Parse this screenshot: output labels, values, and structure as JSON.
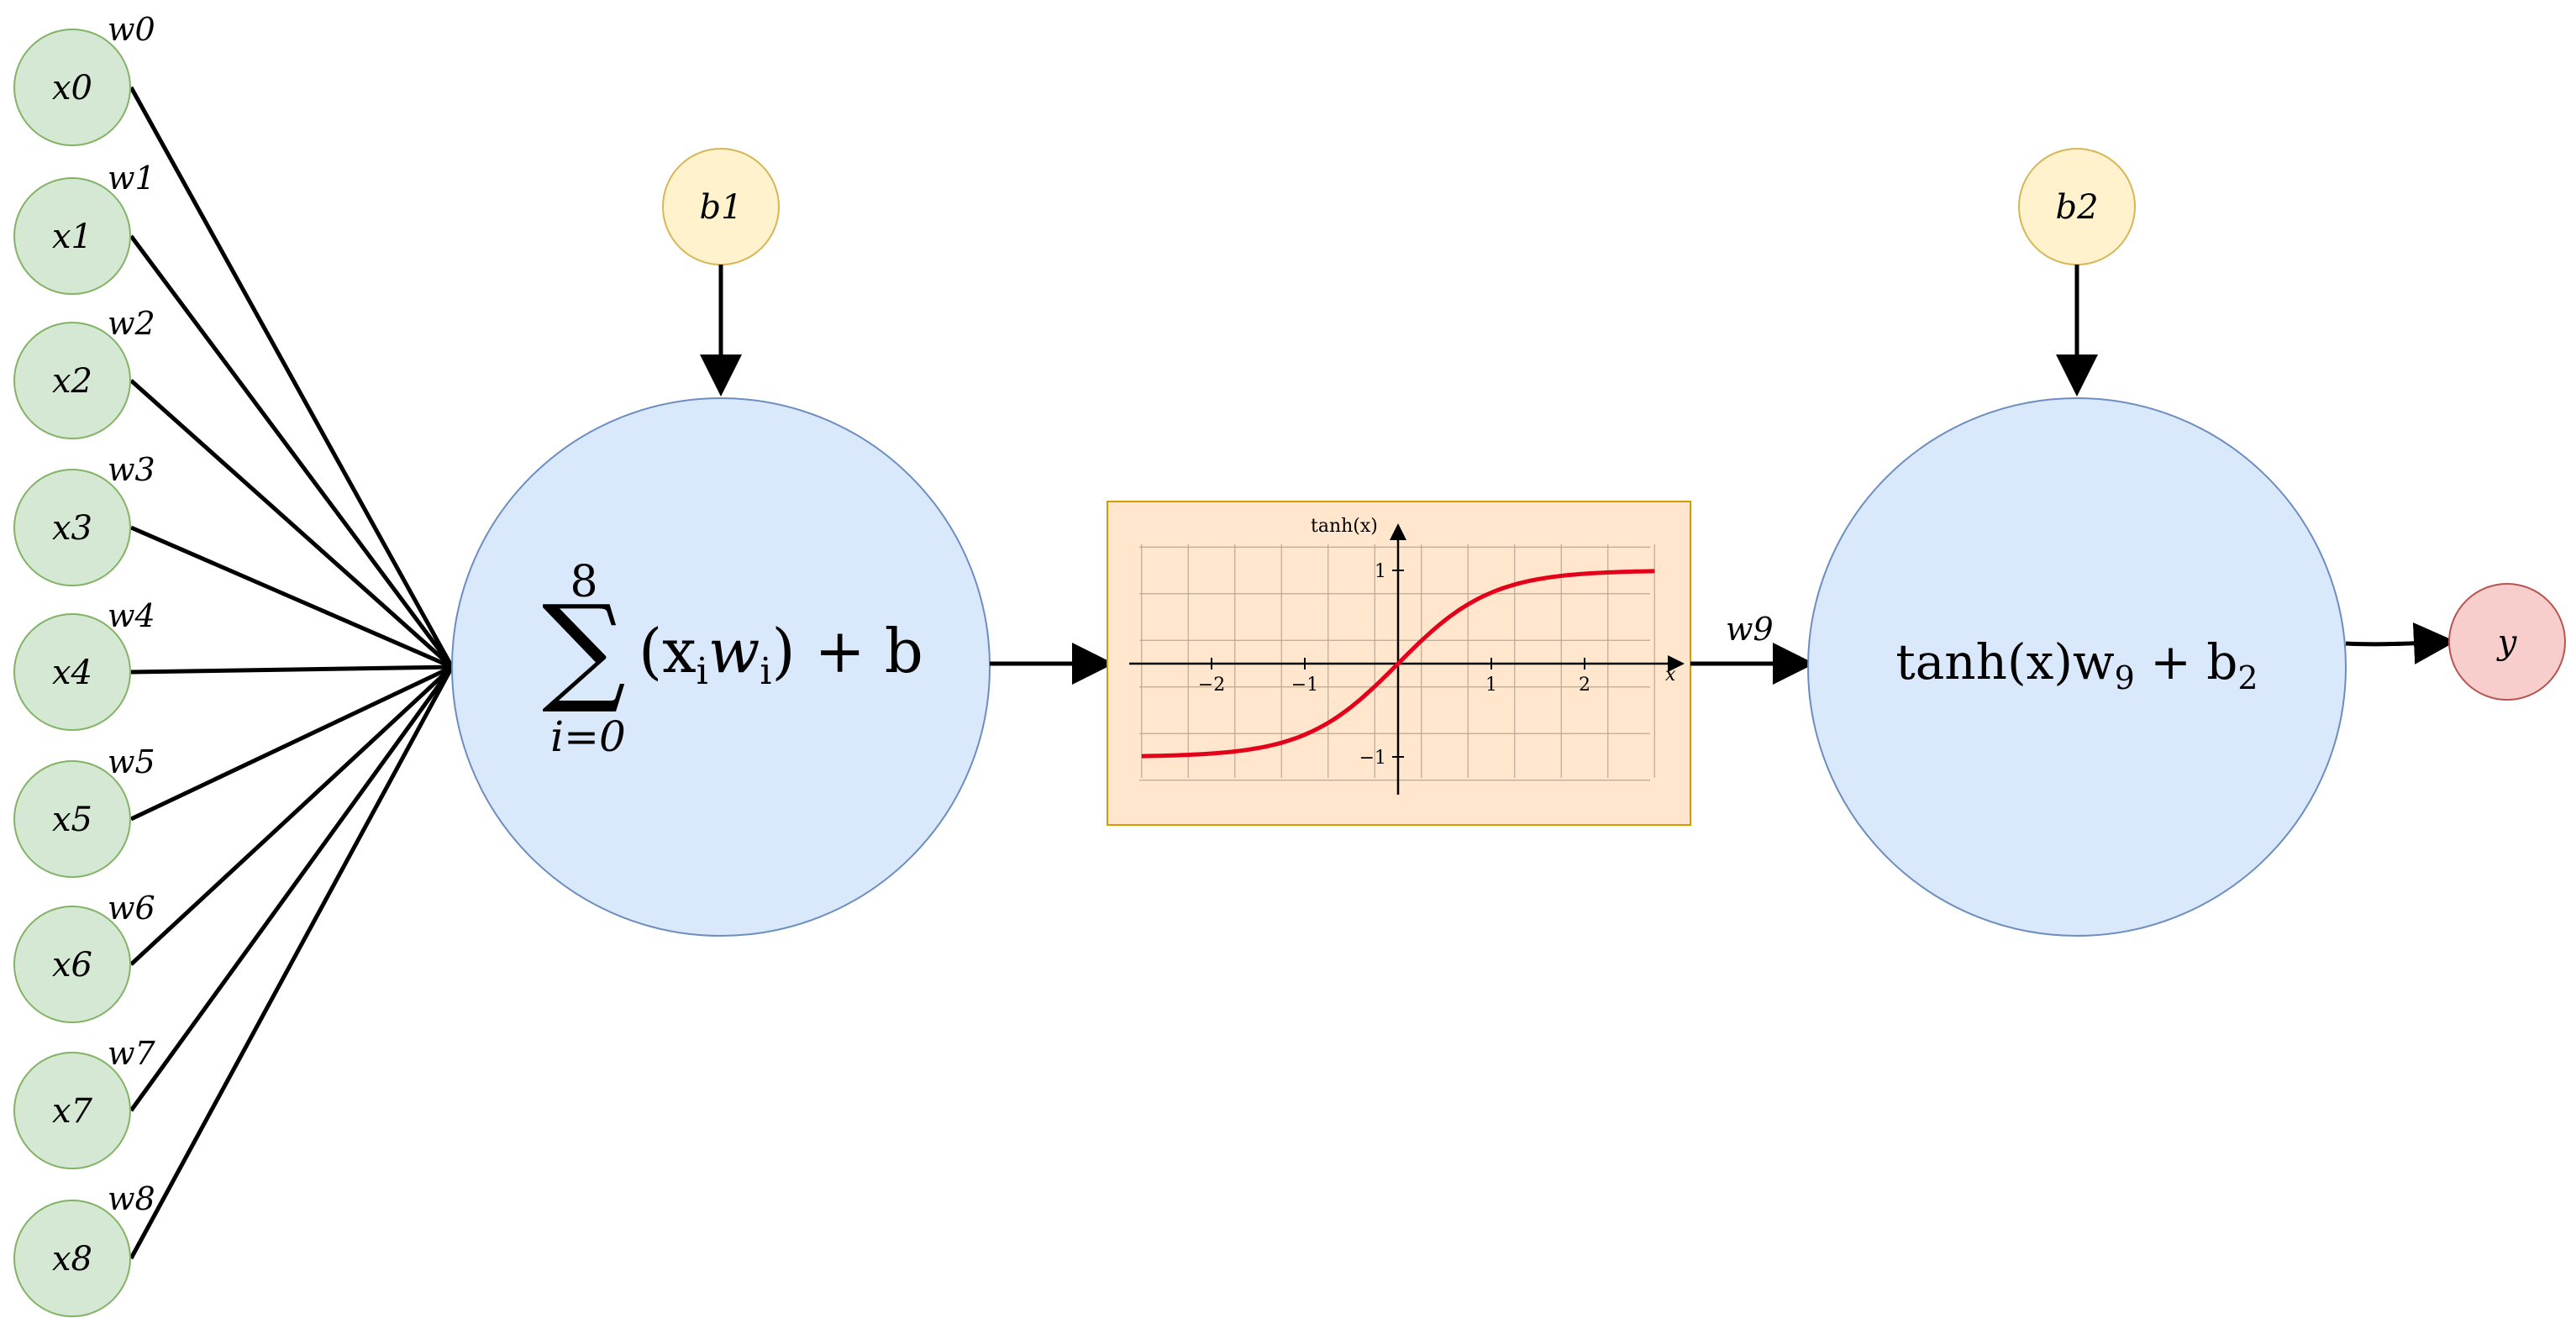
{
  "inputs": [
    {
      "label": "x0",
      "weight": "w0"
    },
    {
      "label": "x1",
      "weight": "w1"
    },
    {
      "label": "x2",
      "weight": "w2"
    },
    {
      "label": "x3",
      "weight": "w3"
    },
    {
      "label": "x4",
      "weight": "w4"
    },
    {
      "label": "x5",
      "weight": "w5"
    },
    {
      "label": "x6",
      "weight": "w6"
    },
    {
      "label": "x7",
      "weight": "w7"
    },
    {
      "label": "x8",
      "weight": "w8"
    }
  ],
  "bias1": {
    "label": "b1"
  },
  "bias2": {
    "label": "b2"
  },
  "output": {
    "label": "y"
  },
  "hidden": {
    "sigma": "∑",
    "upper": "8",
    "lower": "i=0",
    "expression_main": "(x",
    "expression_i1": "i",
    "expression_w": "w",
    "expression_i2": "i",
    "expression_tail": ") + b"
  },
  "output_neuron": {
    "text_main": "tanh(x)w",
    "text_sub1": "9",
    "text_plus": " + b",
    "text_sub2": "2"
  },
  "connection_weight": "w9",
  "activation_plot": {
    "y_axis_label": "tanh(x)",
    "x_axis_label": "x",
    "x_ticks": [
      "−2",
      "−1",
      "1",
      "2"
    ],
    "y_ticks": [
      "1",
      "−1"
    ]
  },
  "colors": {
    "input_fill": "#d5e8d4",
    "input_stroke": "#82b366",
    "bias_fill": "#fff2cc",
    "bias_stroke": "#d6b656",
    "neuron_fill": "#dae8fc",
    "neuron_stroke": "#6c8ebf",
    "output_fill": "#f8cecc",
    "output_stroke": "#b85450",
    "plot_fill": "#ffe6cc",
    "plot_stroke": "#d79b00",
    "curve": "#e3001b"
  }
}
